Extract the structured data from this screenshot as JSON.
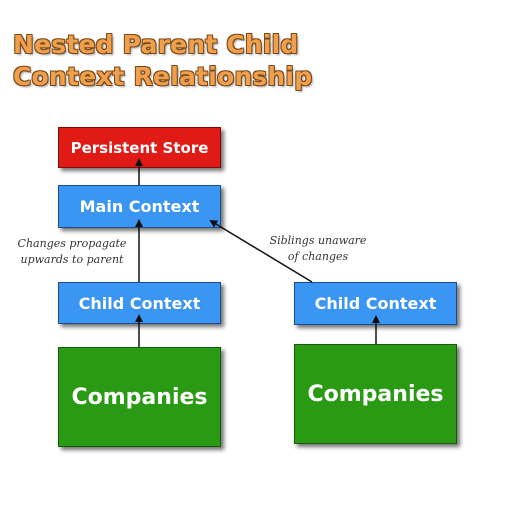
{
  "title": {
    "line1": "Nested Parent Child",
    "line2": "Context Relationship"
  },
  "boxes": {
    "persistent_store": "Persistent Store",
    "main_context": "Main Context",
    "child_context_left": "Child Context",
    "child_context_right": "Child Context",
    "companies_left": "Companies",
    "companies_right": "Companies"
  },
  "notes": {
    "changes_propagate_line1": "Changes propagate",
    "changes_propagate_line2": "upwards to parent",
    "siblings_line1": "Siblings unaware",
    "siblings_line2": "of changes"
  },
  "colors": {
    "title": "#f0a04c",
    "store": "#e01b16",
    "context": "#3b95f3",
    "entity": "#2a9a14"
  }
}
